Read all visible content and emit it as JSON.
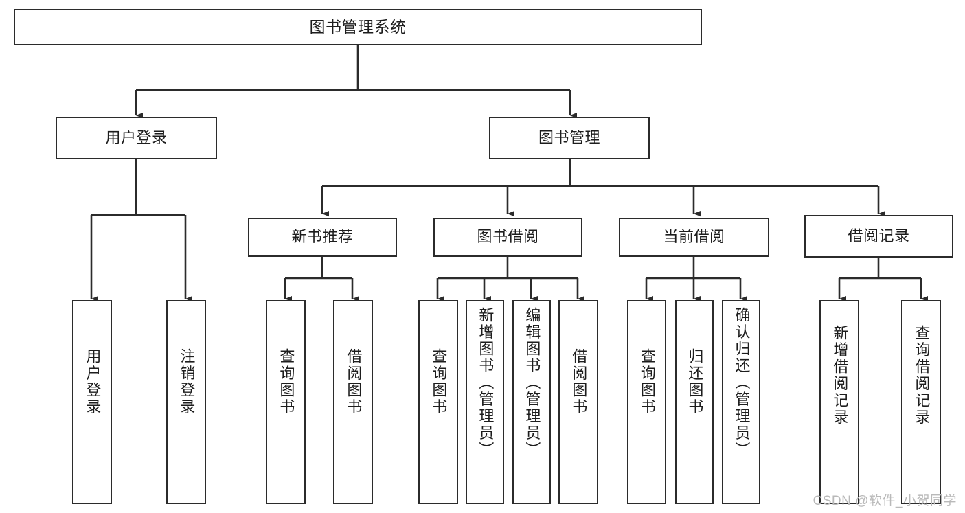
{
  "diagram": {
    "title": "图书管理系统",
    "type": "hierarchy-tree",
    "root": {
      "id": "root",
      "label": "图书管理系统"
    },
    "tier2": [
      {
        "id": "user-login",
        "label": "用户登录"
      },
      {
        "id": "book-manage",
        "label": "图书管理"
      }
    ],
    "tier3": [
      {
        "id": "new-book-recommend",
        "label": "新书推荐"
      },
      {
        "id": "book-borrow",
        "label": "图书借阅"
      },
      {
        "id": "current-borrow",
        "label": "当前借阅"
      },
      {
        "id": "borrow-record",
        "label": "借阅记录"
      }
    ],
    "leaves": {
      "user_login": [
        {
          "id": "leaf-user-login",
          "label": "用户登录"
        },
        {
          "id": "leaf-user-logout",
          "label": "注销登录"
        }
      ],
      "new_book_recommend": [
        {
          "id": "leaf-query-book-1",
          "label": "查询图书"
        },
        {
          "id": "leaf-borrow-book-1",
          "label": "借阅图书"
        }
      ],
      "book_borrow": [
        {
          "id": "leaf-query-book-2",
          "label": "查询图书"
        },
        {
          "id": "leaf-add-book",
          "label": "新增图书（管理员）"
        },
        {
          "id": "leaf-edit-book",
          "label": "编辑图书（管理员）"
        },
        {
          "id": "leaf-borrow-book-2",
          "label": "借阅图书"
        }
      ],
      "current_borrow": [
        {
          "id": "leaf-query-book-3",
          "label": "查询图书"
        },
        {
          "id": "leaf-return-book",
          "label": "归还图书"
        },
        {
          "id": "leaf-confirm-return",
          "label": "确认归还（管理员）"
        }
      ],
      "borrow_record": [
        {
          "id": "leaf-add-record",
          "label": "新增借阅记录"
        },
        {
          "id": "leaf-query-record",
          "label": "查询借阅记录"
        }
      ]
    },
    "colors": {
      "stroke": "#2b2b2b",
      "fill": "#ffffff",
      "text": "#1d1d1d",
      "watermark": "#b9b9b9"
    }
  },
  "watermark": {
    "text": "CSDN @软件_小贺同学"
  }
}
